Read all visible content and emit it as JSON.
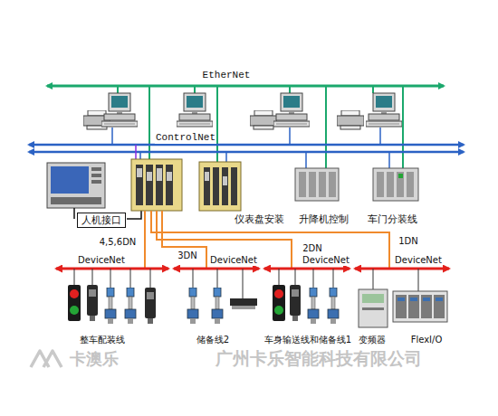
{
  "diagram": {
    "nodes": [
      {
        "text": [
          "人机接口"
        ]
      },
      {
        "text": [
          "仪表盘安装"
        ]
      },
      {
        "text": [
          "升降机控制"
        ]
      },
      {
        "text": [
          "车门分装线"
        ]
      },
      {
        "text": [
          "整车配装线"
        ]
      },
      {
        "text": [
          "储备线2"
        ]
      },
      {
        "text": [
          "车身输送线和储备线1"
        ]
      },
      {
        "text": [
          "变频器"
        ]
      },
      {
        "text": [
          "FlexI/O"
        ]
      }
    ],
    "labels": [
      "EtherNet",
      "ControlNet",
      "4,5,6DN",
      "3DN",
      "2DN",
      "1DN",
      "DeviceNet",
      "DeviceNet",
      "DeviceNet",
      "DeviceNet",
      "卡澳乐",
      "广州卡乐智能科技有限公司"
    ]
  }
}
